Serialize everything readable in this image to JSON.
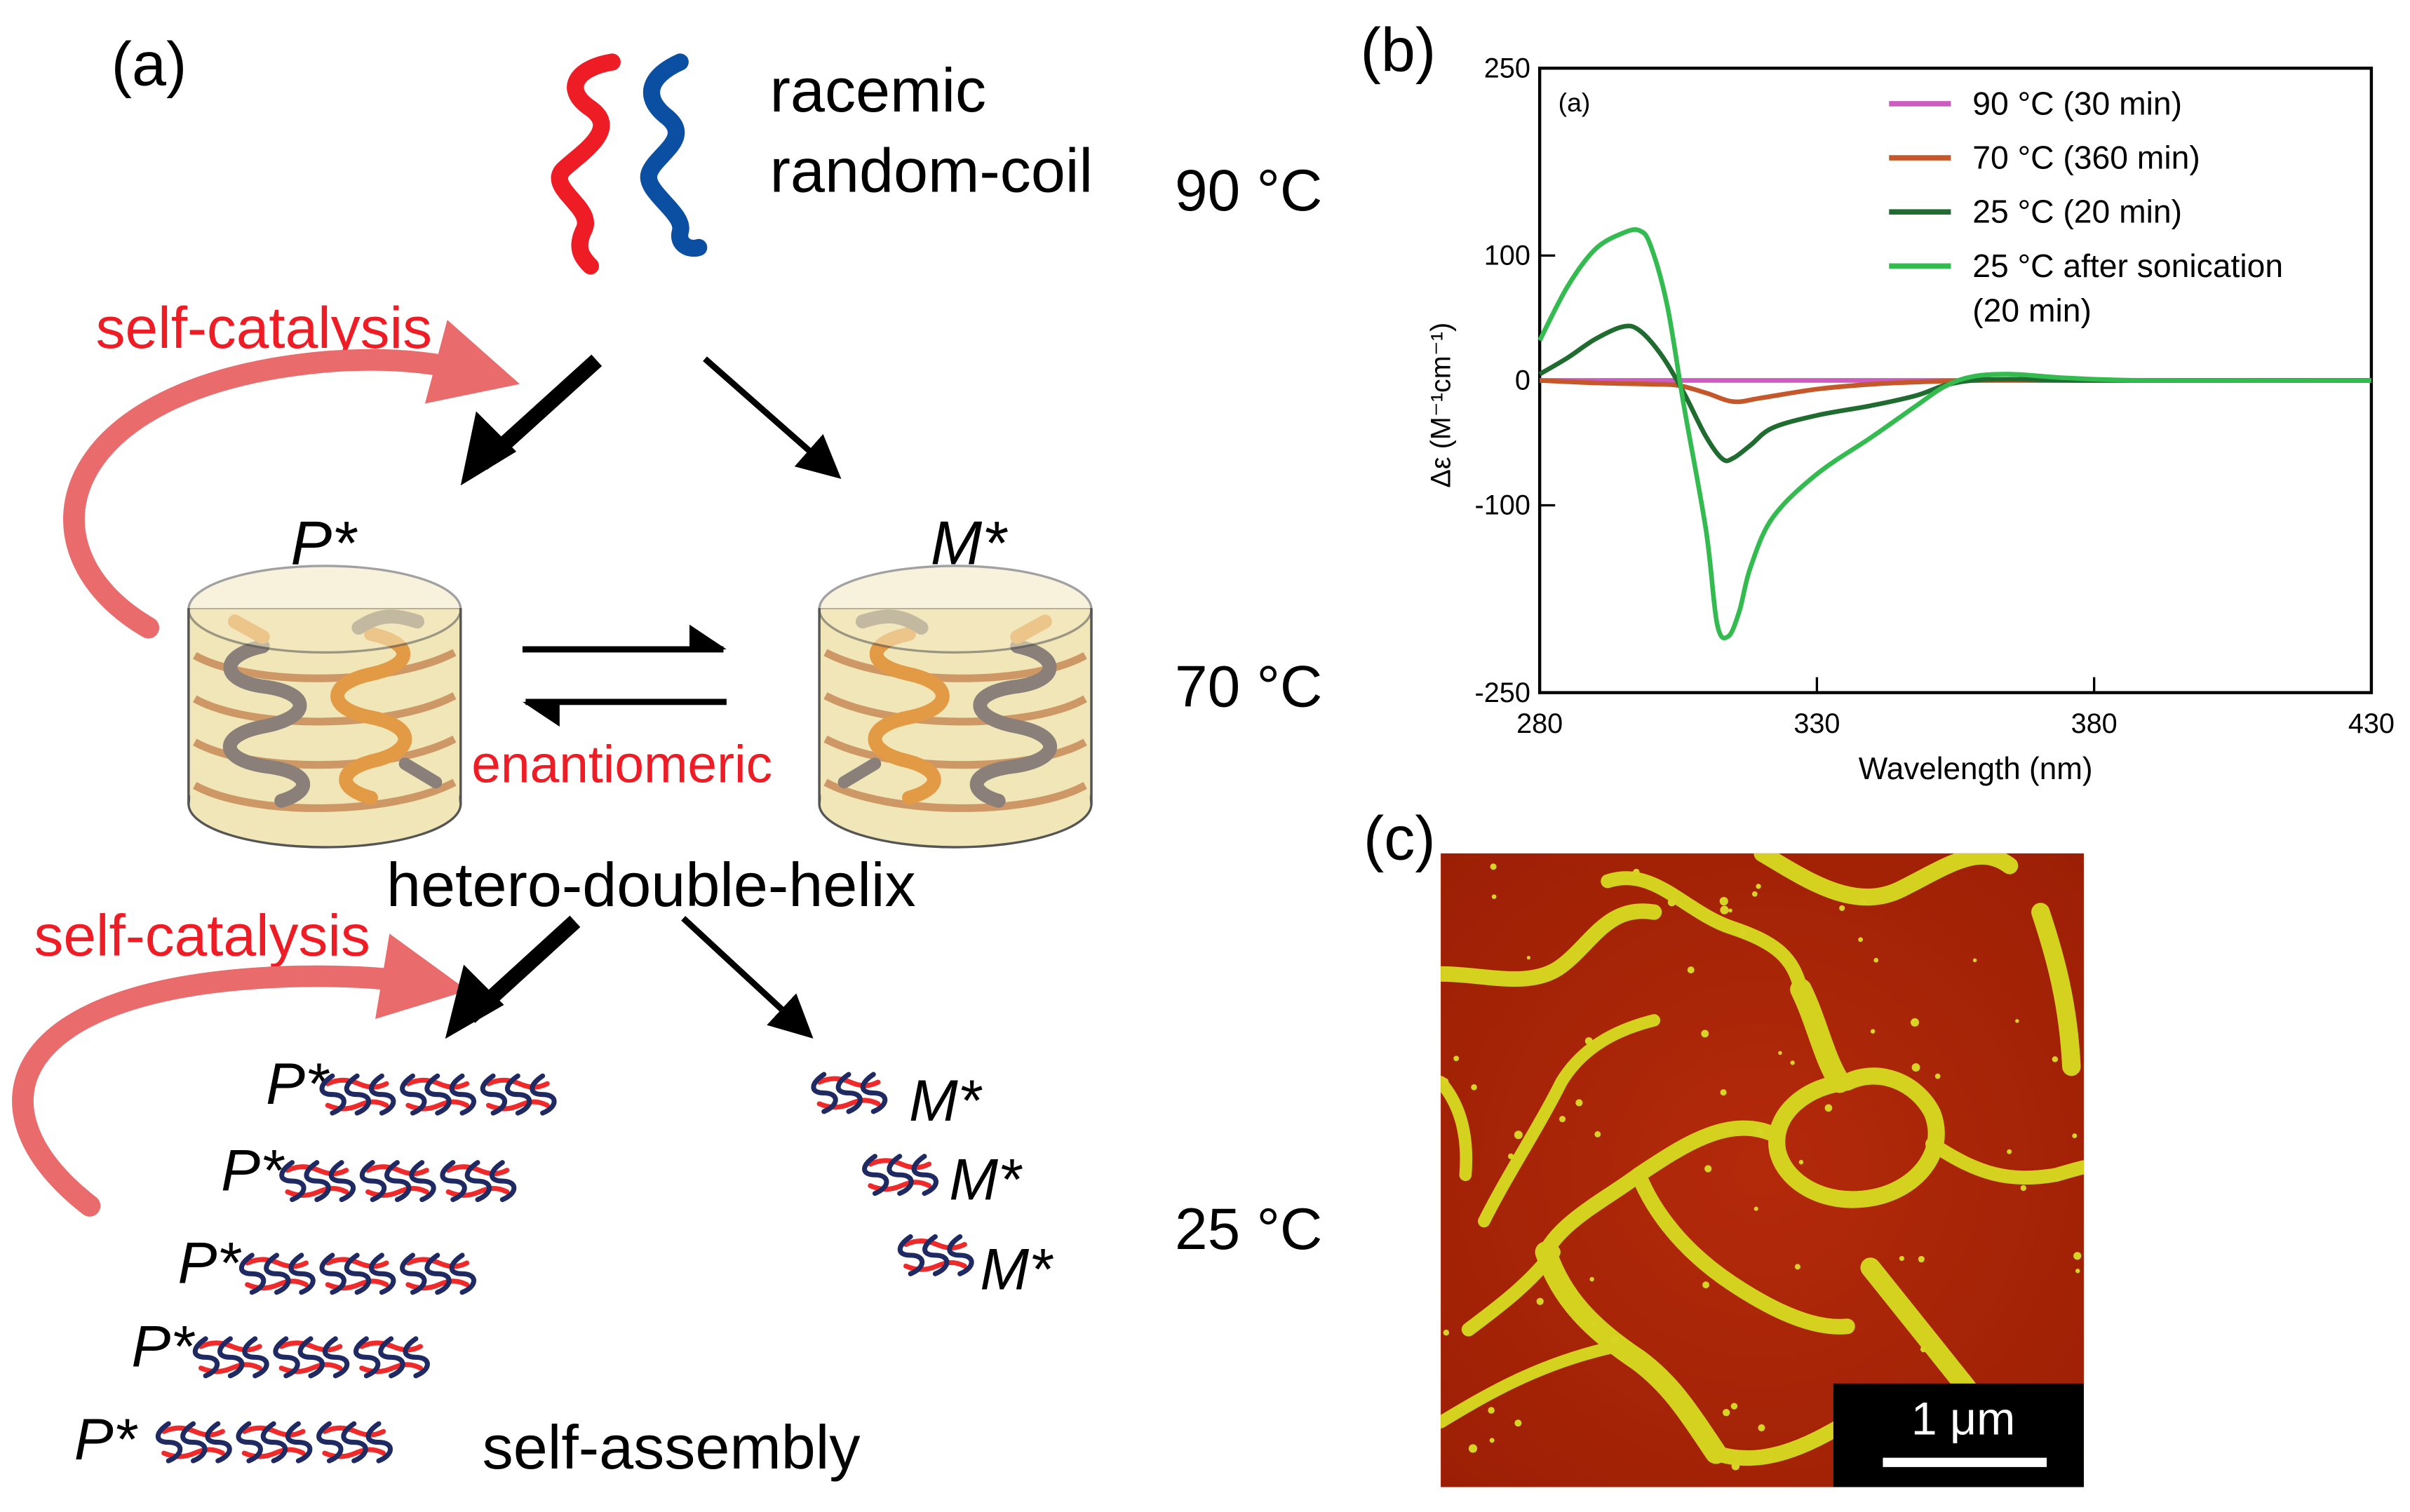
{
  "panel_labels": {
    "a": "(a)",
    "b": "(b)",
    "c": "(c)"
  },
  "schematic": {
    "top_line1": "racemic",
    "top_line2": "random-coil",
    "self_catalysis": "self-catalysis",
    "enantiomeric": "enantiomeric",
    "hetero_double_helix": "hetero-double-helix",
    "self_assembly": "self-assembly",
    "P": "P*",
    "M": "M*",
    "temps": [
      "90 °C",
      "70 °C",
      "25 °C"
    ],
    "colors": {
      "red": "#ee1c24",
      "blue": "#0b4fa3",
      "salmon": "#ea6b6b",
      "navy": "#1f2a63",
      "cyl": "#f1e6b8"
    }
  },
  "chart_data": {
    "type": "line",
    "inner_label": "(a)",
    "xlabel": "Wavelength (nm)",
    "ylabel": "Δε (M⁻¹cm⁻¹)",
    "xlim": [
      280,
      430
    ],
    "ylim": [
      -250,
      250
    ],
    "xticks": [
      280,
      330,
      380,
      430
    ],
    "yticks": [
      250,
      100,
      0,
      -100,
      -250
    ],
    "legend_position": "top-right",
    "series": [
      {
        "name": "90 °C (30 min)",
        "color": "#cc5cc0",
        "x": [
          280,
          300,
          320,
          340,
          360,
          380,
          400,
          430
        ],
        "y": [
          0,
          0,
          0,
          0,
          0,
          0,
          0,
          0
        ]
      },
      {
        "name": "70 °C (360 min)",
        "color": "#c4582a",
        "x": [
          280,
          290,
          300,
          305,
          310,
          315,
          320,
          330,
          340,
          350,
          360,
          380,
          430
        ],
        "y": [
          0,
          -2,
          -3,
          -4,
          -10,
          -17,
          -14,
          -7,
          -3,
          -1,
          0,
          0,
          0
        ]
      },
      {
        "name": "25 °C (20 min)",
        "color": "#1f6b30",
        "x": [
          280,
          285,
          290,
          295,
          298,
          302,
          306,
          310,
          313,
          315,
          318,
          322,
          330,
          340,
          348,
          353,
          358,
          365,
          380,
          430
        ],
        "y": [
          5,
          18,
          33,
          43,
          40,
          20,
          -10,
          -45,
          -63,
          -62,
          -52,
          -38,
          -28,
          -20,
          -12,
          -4,
          0,
          1,
          0,
          0
        ]
      },
      {
        "name": "25 °C after sonication (20 min)",
        "color": "#33bb4f",
        "x": [
          280,
          285,
          290,
          295,
          298,
          300,
          303,
          306,
          310,
          312,
          314,
          316,
          318,
          322,
          330,
          340,
          348,
          353,
          358,
          365,
          375,
          390,
          430
        ],
        "y": [
          32,
          75,
          105,
          118,
          120,
          108,
          60,
          -20,
          -120,
          -195,
          -205,
          -185,
          -150,
          -110,
          -75,
          -45,
          -20,
          -5,
          3,
          5,
          2,
          0,
          0
        ]
      }
    ]
  },
  "afm": {
    "scale_label": "1 μm"
  }
}
